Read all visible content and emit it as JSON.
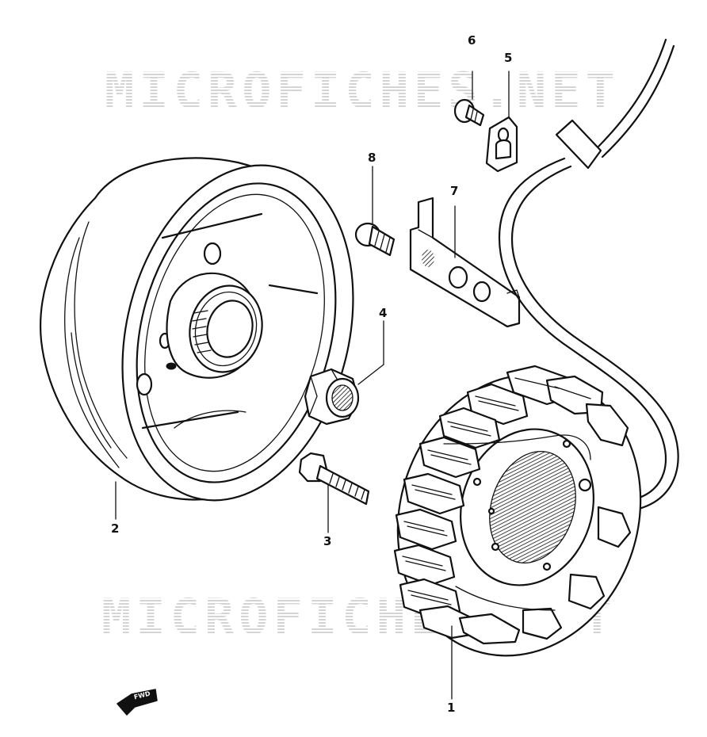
{
  "watermark": {
    "top_text": "MICROFICHES.NET",
    "bottom_text": "MICROFICHES.NET"
  },
  "callouts": {
    "c1": "1",
    "c2": "2",
    "c3": "3",
    "c4": "4",
    "c5": "5",
    "c6": "6",
    "c7": "7",
    "c8": "8"
  },
  "direction_marker": {
    "label": "FWD",
    "icon": "forward-arrow-icon"
  },
  "colors": {
    "line": "#111111",
    "background": "#ffffff",
    "watermark": "#cfcfcf"
  }
}
